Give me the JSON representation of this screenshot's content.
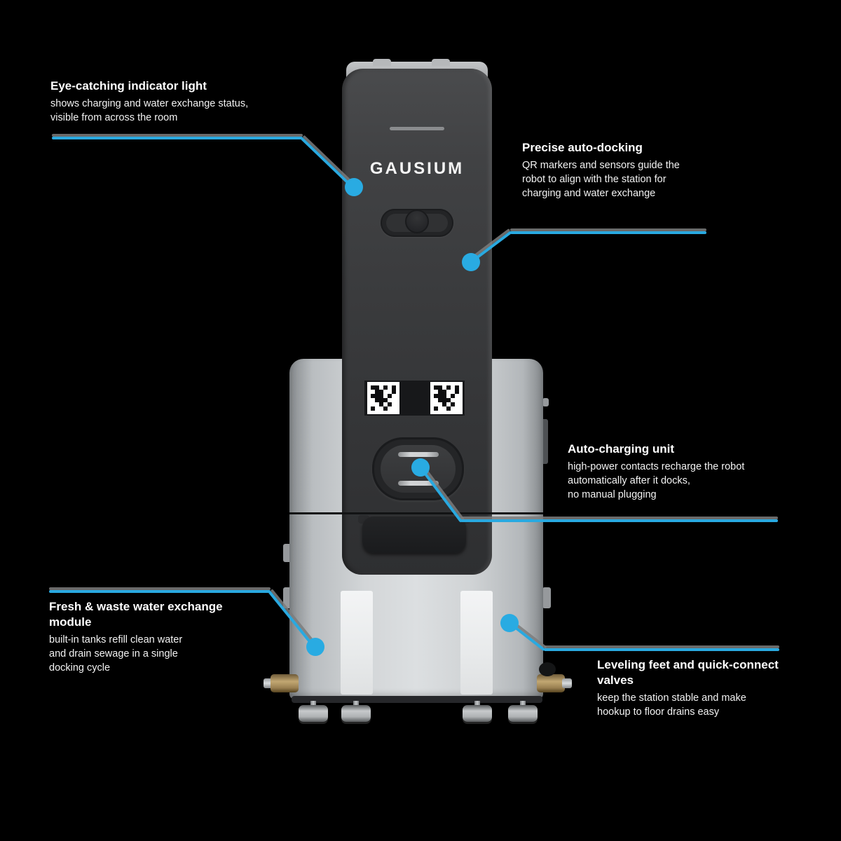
{
  "brand": "GAUSIUM",
  "accent_color": "#29A9E0",
  "dot_color": "#29ABE2",
  "background_color": "#000000",
  "device": {
    "type": "docking workstation",
    "qr_matrix": [
      [
        1,
        1,
        0,
        1,
        0,
        1
      ],
      [
        0,
        1,
        1,
        0,
        0,
        1
      ],
      [
        1,
        1,
        1,
        0,
        1,
        0
      ],
      [
        0,
        1,
        1,
        1,
        0,
        0
      ],
      [
        0,
        0,
        1,
        0,
        1,
        0
      ],
      [
        1,
        0,
        0,
        1,
        0,
        0
      ]
    ]
  },
  "callouts": [
    {
      "id": "indicator-light",
      "title": "Eye-catching indicator light",
      "lines": [
        "shows charging and water exchange status,",
        "visible from across the room"
      ]
    },
    {
      "id": "visual-docking",
      "title": "Precise auto-docking",
      "lines": [
        "QR markers and sensors guide the",
        "robot to align with the station for",
        "charging and water exchange"
      ]
    },
    {
      "id": "charging-unit",
      "title": "Auto-charging unit",
      "lines": [
        "high-power contacts recharge the robot",
        "automatically after it docks,",
        "no manual plugging"
      ]
    },
    {
      "id": "water-module",
      "title": "Fresh & waste water exchange module",
      "lines": [
        "built-in tanks refill clean water",
        "and drain sewage in a single",
        "docking cycle"
      ]
    },
    {
      "id": "stability",
      "title": "Leveling feet and quick-connect valves",
      "lines": [
        "keep the station stable and make",
        "hookup to floor drains easy"
      ]
    }
  ]
}
